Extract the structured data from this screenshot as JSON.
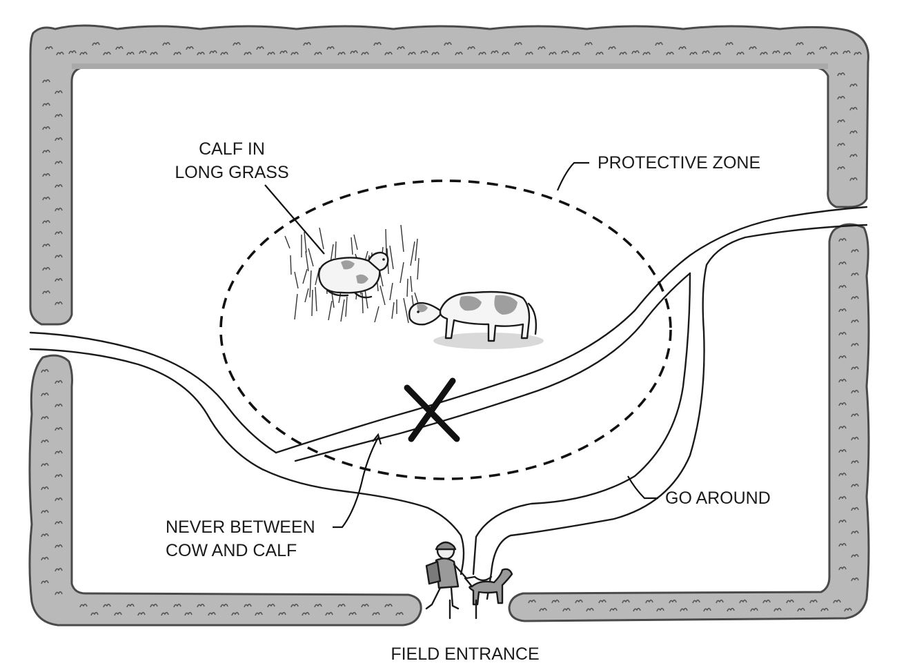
{
  "labels": {
    "calf_line1": "CALF IN",
    "calf_line2": "LONG GRASS",
    "protective_zone": "PROTECTIVE ZONE",
    "go_around": "GO AROUND",
    "never_line1": "NEVER BETWEEN",
    "never_line2": "COW AND CALF",
    "field_entrance": "FIELD ENTRANCE"
  },
  "icons": [
    "hedge",
    "calf-icon",
    "cow-icon",
    "cross-icon",
    "walker-icon",
    "dog-icon",
    "grass-icon"
  ],
  "colors": {
    "hedge": "#b9b9b9",
    "ink": "#1a1a1a",
    "cow_patch": "#9e9e9e",
    "background": "#ffffff"
  }
}
